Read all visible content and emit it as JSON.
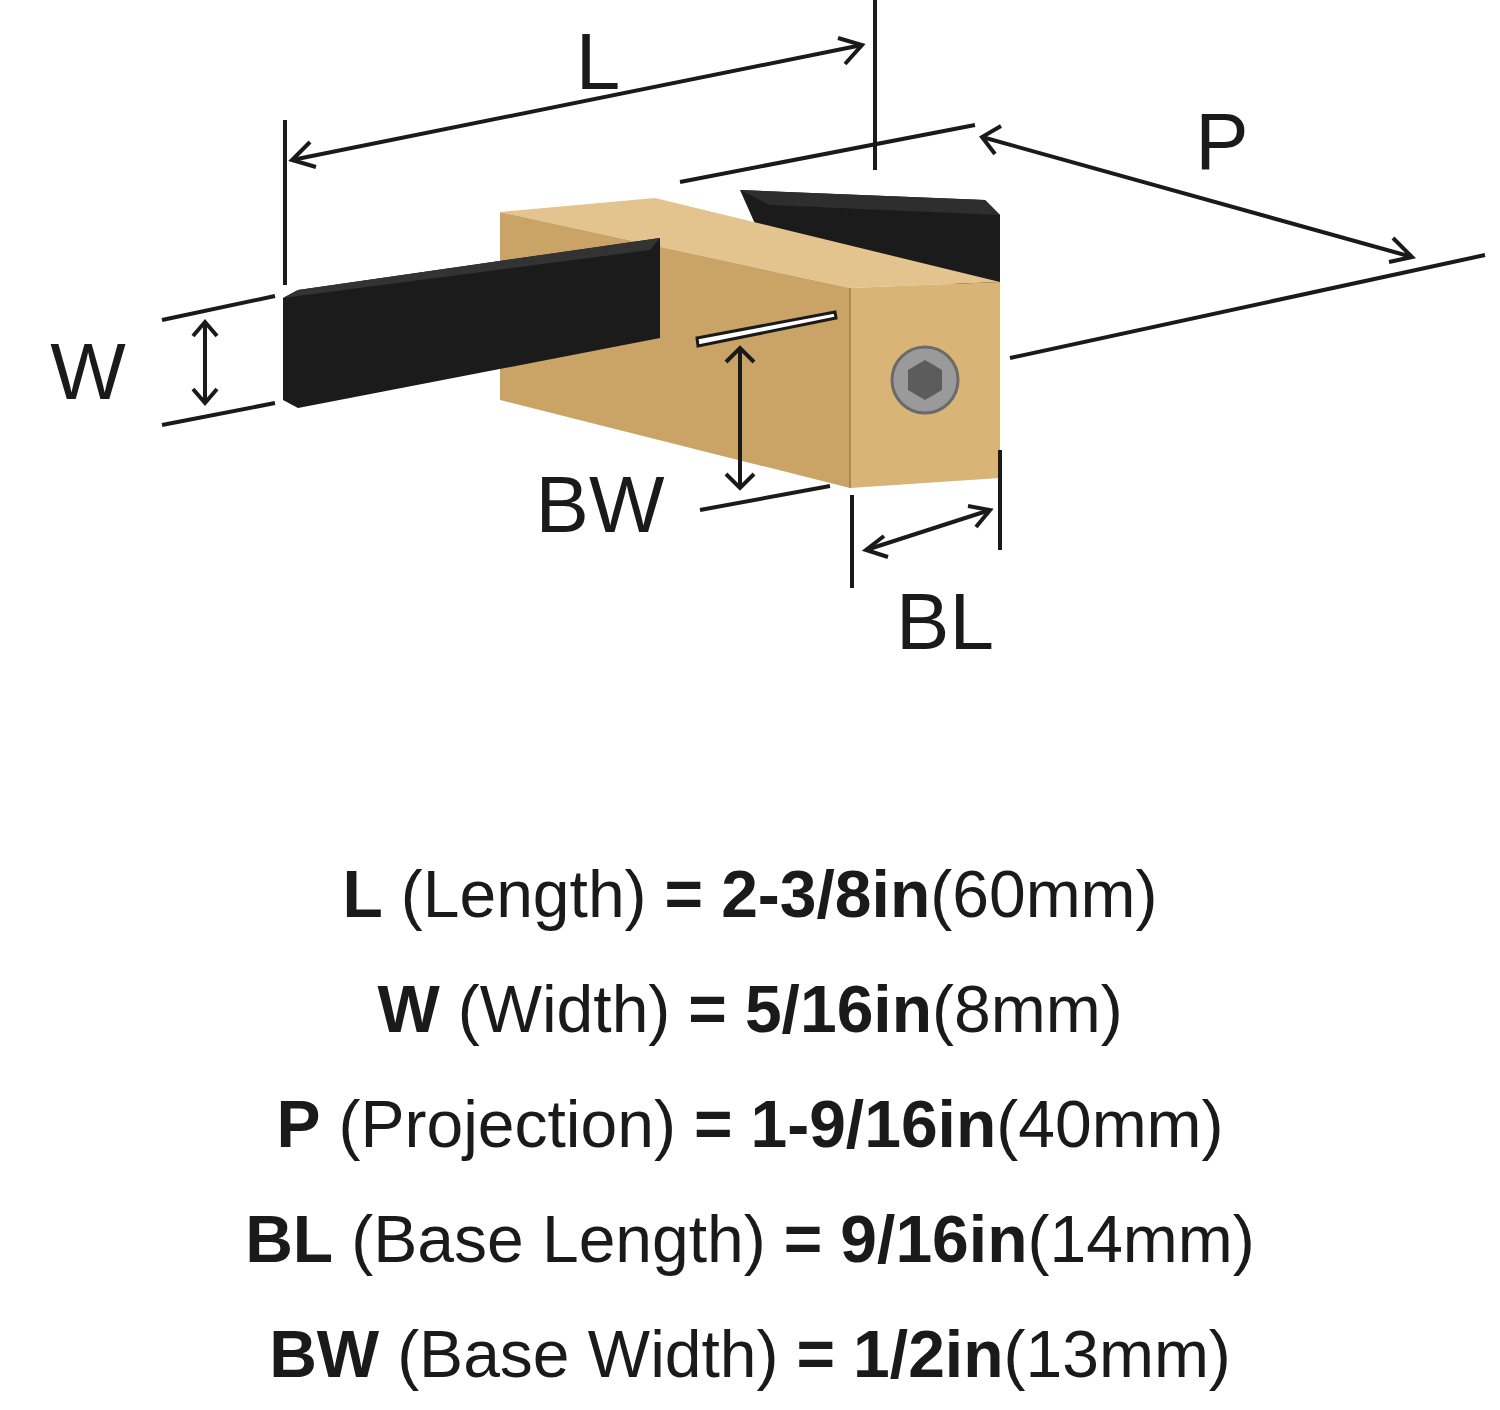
{
  "diagram": {
    "labels": [
      "L",
      "P",
      "W",
      "BW",
      "BL",
      "L",
      "(Length)",
      "=",
      "2-3/8in",
      "(60mm)",
      "W",
      "(Width)",
      "=",
      "5/16in",
      "(8mm)",
      "P",
      "(Projection)",
      "=",
      "1-9/16in",
      "(40mm)",
      "BL",
      "(Base Length)",
      "=",
      "9/16in",
      "(14mm)",
      "BW",
      "(Base Width)",
      "=",
      "1/2in",
      "(13mm)"
    ]
  }
}
